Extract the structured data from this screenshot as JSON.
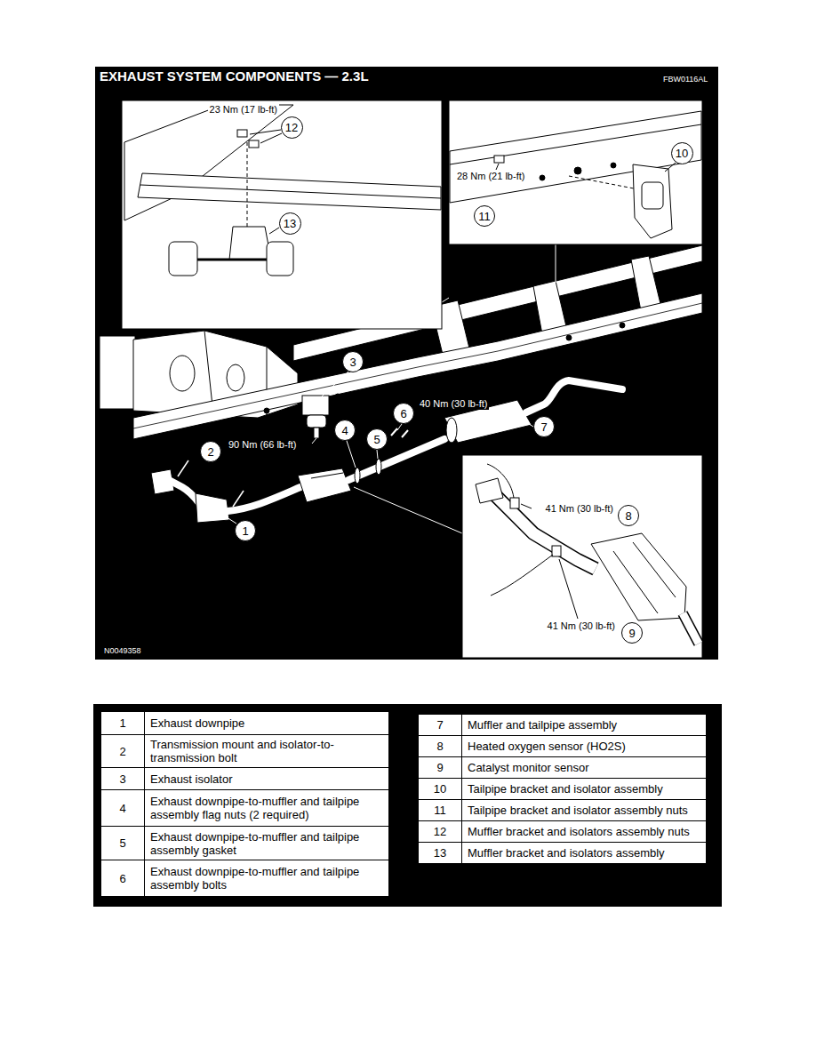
{
  "diagram": {
    "title": "EXHAUST SYSTEM COMPONENTS — 2.3L",
    "nodes": [
      {
        "text": [
          "12"
        ]
      },
      {
        "text": [
          "10"
        ]
      },
      {
        "text": [
          "13"
        ]
      },
      {
        "text": [
          "11"
        ]
      },
      {
        "text": [
          "3"
        ]
      },
      {
        "text": [
          "6"
        ]
      },
      {
        "text": [
          "2"
        ]
      },
      {
        "text": [
          "4"
        ]
      },
      {
        "text": [
          "5"
        ]
      },
      {
        "text": [
          "7"
        ]
      },
      {
        "text": [
          "1"
        ]
      },
      {
        "text": [
          "8"
        ]
      },
      {
        "text": [
          "9"
        ]
      }
    ],
    "labels": [
      "FBW0116AL",
      "23 Nm (17 lb-ft)",
      "28 Nm (21 lb-ft)",
      "40 Nm (30 lb-ft)",
      "90 Nm (66 lb-ft)",
      "41 Nm (30 lb-ft)",
      "41 Nm (30 lb-ft)",
      "N0049358",
      "1",
      "Exhaust downpipe",
      "2",
      "Transmission mount and isolator-to-transmission bolt",
      "3",
      "Exhaust isolator",
      "4",
      "Exhaust downpipe-to-muffler and tailpipe assembly flag nuts (2 required)",
      "5",
      "Exhaust downpipe-to-muffler and tailpipe assembly gasket",
      "6",
      "Exhaust downpipe-to-muffler and tailpipe assembly bolts",
      "7",
      "Muffler and tailpipe assembly",
      "8",
      "Heated oxygen sensor (HO2S)",
      "9",
      "Catalyst monitor sensor",
      "10",
      "Tailpipe bracket and isolator assembly",
      "11",
      "Tailpipe bracket and isolator assembly nuts",
      "12",
      "Muffler bracket and isolators assembly nuts",
      "13",
      "Muffler bracket and isolators assembly"
    ]
  }
}
